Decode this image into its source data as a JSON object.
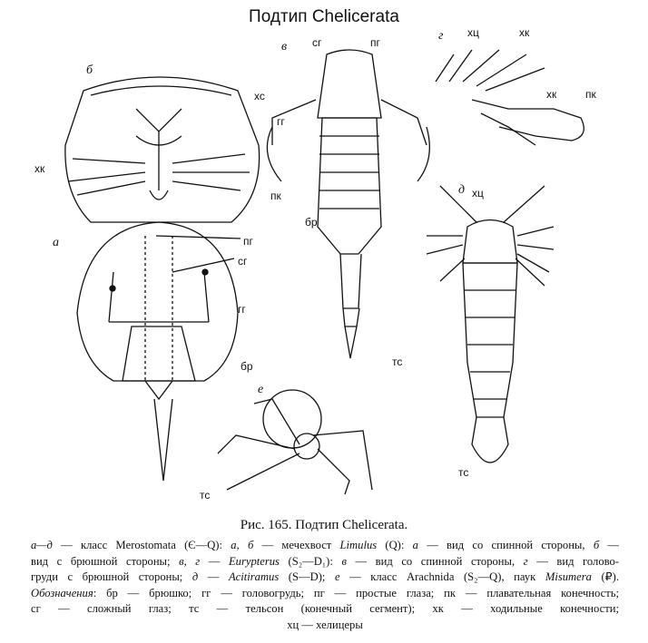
{
  "title": "Подтип Chelicerata",
  "labels": {
    "b_panel": "б",
    "b_xs": "хс",
    "b_xk": "хк",
    "a_panel": "а",
    "a_pg": "пг",
    "a_sg": "сг",
    "a_gg": "гг",
    "a_br": "бр",
    "a_ts": "тс",
    "e_panel": "е",
    "v_panel": "в",
    "v_sg": "сг",
    "v_pg": "пг",
    "v_gg": "гг",
    "v_pk": "пк",
    "v_br": "бр",
    "v_ts": "тс",
    "g_panel": "г",
    "g_xc": "хц",
    "g_xk1": "хк",
    "g_xk2": "хк",
    "g_pk": "пк",
    "d_panel": "д",
    "d_xc": "хц",
    "d_ts": "тс"
  },
  "figure_caption": "Рис. 165. Подтип Chelicerata.",
  "caption_lines": [
    [
      [
        "а—д",
        1
      ],
      [
        " — класс Merostomata (Є—Q): ",
        0
      ],
      [
        "а, б",
        1
      ],
      [
        " — мечехвост ",
        0
      ],
      [
        "Limulus",
        1
      ],
      [
        " (Q): ",
        0
      ],
      [
        "а",
        1
      ],
      [
        " — вид со спинной стороны, ",
        0
      ],
      [
        "б",
        1
      ],
      [
        " —",
        0
      ]
    ],
    [
      [
        "вид с брюшной стороны; ",
        0
      ],
      [
        "в, г",
        1
      ],
      [
        " — ",
        0
      ],
      [
        "Eurypterus",
        1
      ],
      [
        " (S₂—D₁): ",
        0
      ],
      [
        "в",
        1
      ],
      [
        " — вид со спинной стороны, ",
        0
      ],
      [
        "г",
        1
      ],
      [
        " — вид голово-",
        0
      ]
    ],
    [
      [
        "груди с брюшной стороны; ",
        0
      ],
      [
        "д",
        1
      ],
      [
        " — ",
        0
      ],
      [
        "Acitiramus",
        1
      ],
      [
        " (S—D); ",
        0
      ],
      [
        "е",
        1
      ],
      [
        " — класс Arachnida (S₂—Q), паук ",
        0
      ],
      [
        "Misumera",
        1
      ],
      [
        " (₽).",
        0
      ]
    ],
    [
      [
        "Обозначения",
        1
      ],
      [
        ": бр — брюшко; гг — головогрудь; пг — простые глаза; пк — плавательная конечность;",
        0
      ]
    ],
    [
      [
        "сг — сложный глаз; тс — тельсон (конечный сегмент); хк — ходильные конечности;",
        0
      ]
    ],
    [
      [
        "хц — хелицеры",
        0
      ]
    ]
  ]
}
